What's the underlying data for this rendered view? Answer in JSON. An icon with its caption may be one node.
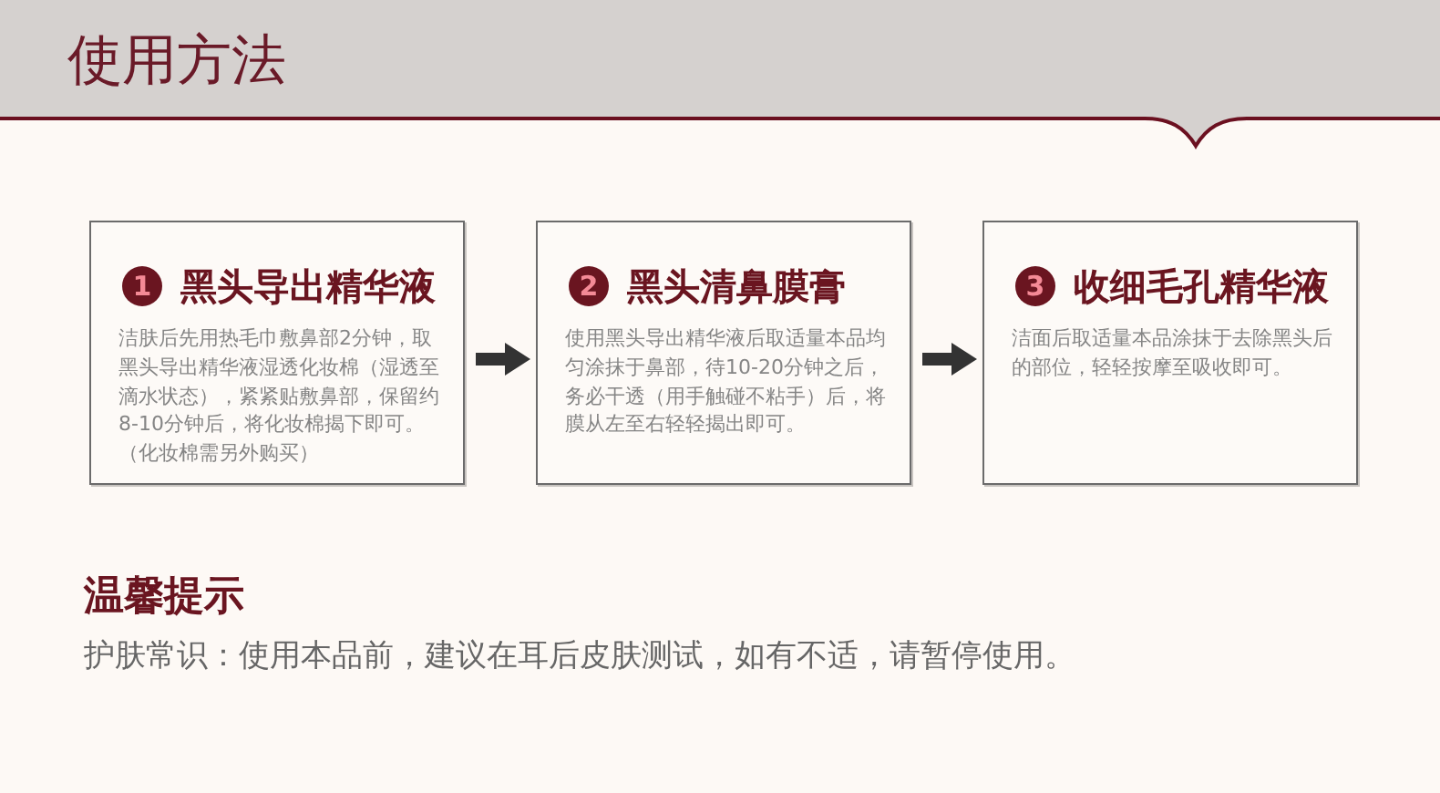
{
  "diagram": {
    "title": "使用方法",
    "nodes": [
      {
        "text": [
          "1",
          "黑头导出精华液",
          "洁肤后先用热毛巾敷鼻部2分钟，取黑头导出精华液湿透化妆棉（湿透至滴水状态），紧紧贴敷鼻部，保留约8-10分钟后，将化妆棉揭下即可。（化妆棉需另外购买）"
        ]
      },
      {
        "text": [
          "2",
          "黑头清鼻膜膏",
          "使用黑头导出精华液后取适量本品均匀涂抹于鼻部，待10-20分钟之后，务必干透（用手触碰不粘手）后，将膜从左至右轻轻揭出即可。"
        ]
      },
      {
        "text": [
          "3",
          "收细毛孔精华液",
          "洁面后取适量本品涂抹于去除黑头后的部位，轻轻按摩至吸收即可。"
        ]
      }
    ],
    "edges": [
      {
        "from": 0,
        "to": 1,
        "arrow": "to"
      },
      {
        "from": 1,
        "to": 2,
        "arrow": "to"
      }
    ],
    "labels": [
      "温馨提示",
      "护肤常识：使用本品前，建议在耳后皮肤测试，如有不适，请暂停使用。"
    ]
  }
}
